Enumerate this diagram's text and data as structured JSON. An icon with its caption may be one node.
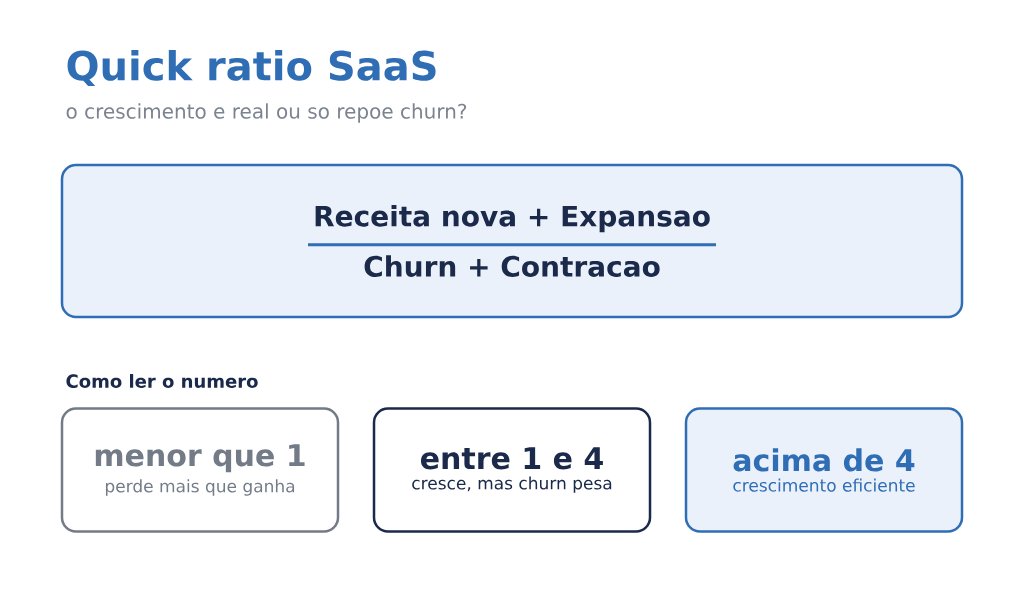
{
  "diagram": {
    "title": "Quick ratio SaaS",
    "nodes": [
      {
        "text": [
          "Receita nova + Expansao",
          "Churn + Contracao"
        ]
      },
      {
        "text": [
          "menor que 1",
          "perde mais que ganha"
        ]
      },
      {
        "text": [
          "entre 1 e 4",
          "cresce, mas churn pesa"
        ]
      },
      {
        "text": [
          "acima de 4",
          "crescimento eficiente"
        ]
      }
    ],
    "labels": [
      "o crescimento e real ou so repoe churn?",
      "Como ler o numero"
    ]
  }
}
